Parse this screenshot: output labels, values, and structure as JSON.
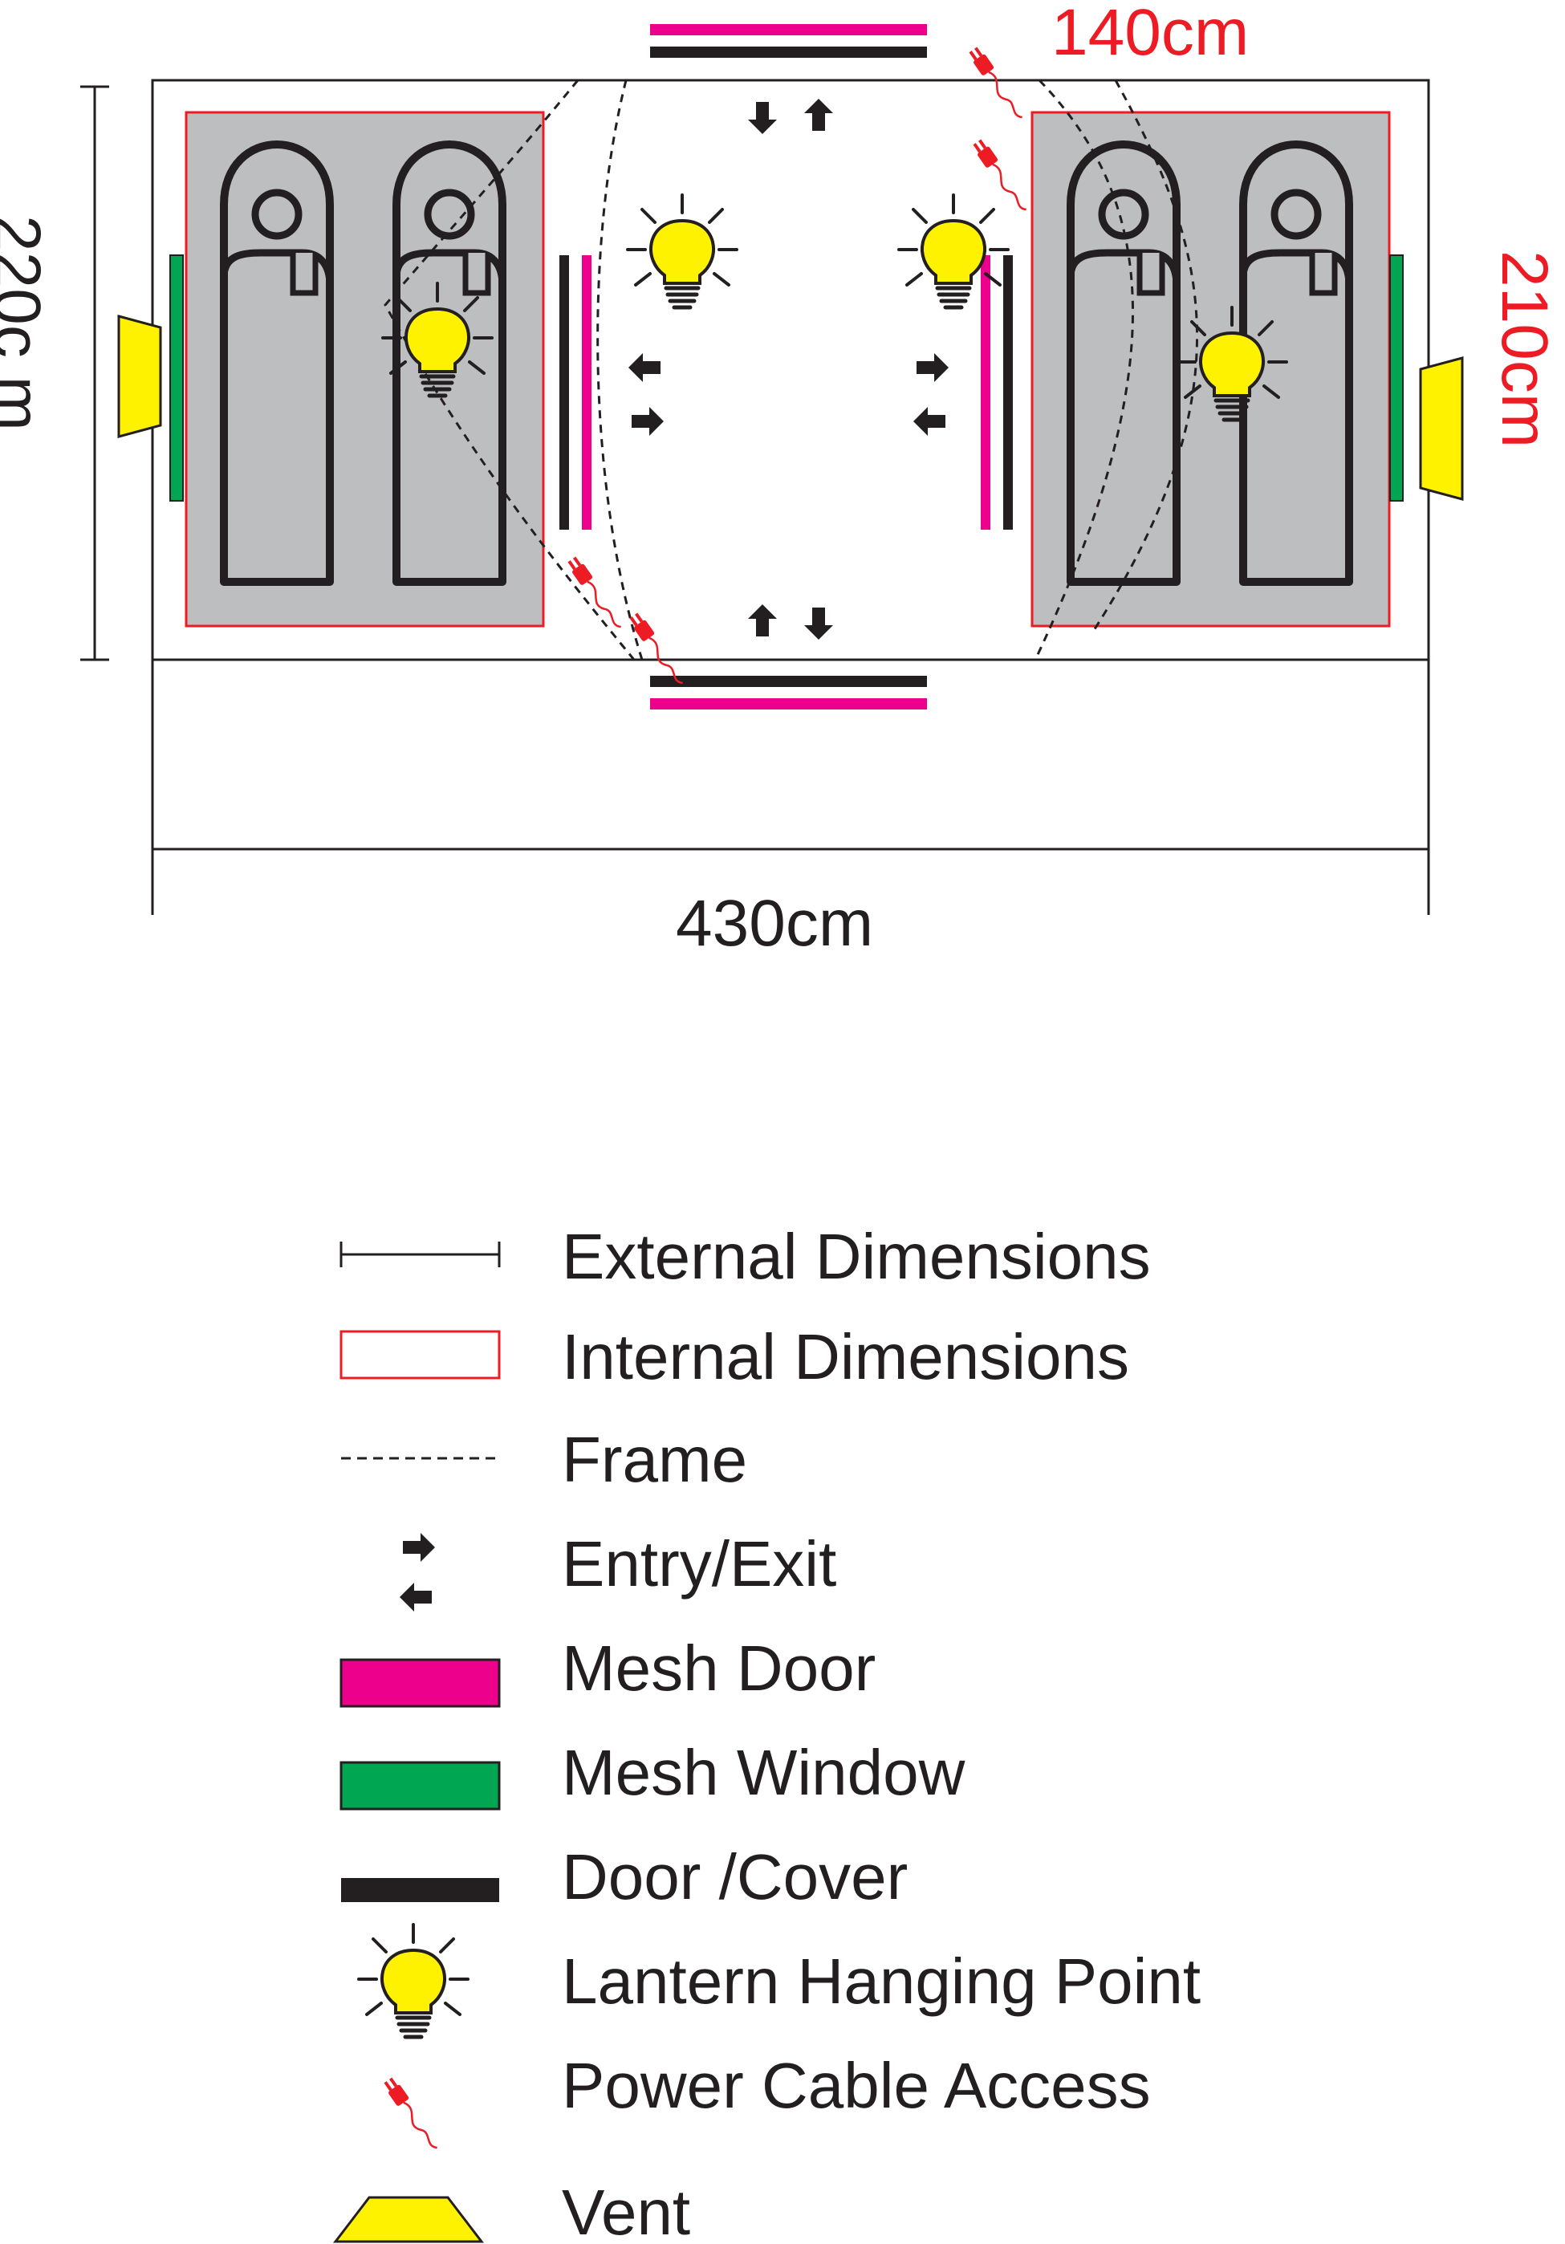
{
  "dimensions": {
    "interior_length": "140cm",
    "interior_width": "210cm",
    "exterior_width": "220c m",
    "exterior_length": "430cm"
  },
  "legend": {
    "items": [
      {
        "key": "external",
        "label": "External Dimensions"
      },
      {
        "key": "internal",
        "label": "Internal Dimensions"
      },
      {
        "key": "frame",
        "label": "Frame"
      },
      {
        "key": "entry",
        "label": "Entry/Exit"
      },
      {
        "key": "meshdoor",
        "label": "Mesh Door"
      },
      {
        "key": "meshwindow",
        "label": "Mesh Window"
      },
      {
        "key": "door",
        "label": "Door /Cover"
      },
      {
        "key": "lantern",
        "label": "Lantern Hanging Point"
      },
      {
        "key": "power",
        "label": "Power Cable Access"
      },
      {
        "key": "vent",
        "label": "Vent"
      }
    ]
  },
  "colors": {
    "black": "#231f20",
    "red": "#ed1c24",
    "magenta": "#ec008c",
    "green": "#00a651",
    "yellow": "#fff200",
    "grey": "#bcbec0"
  }
}
